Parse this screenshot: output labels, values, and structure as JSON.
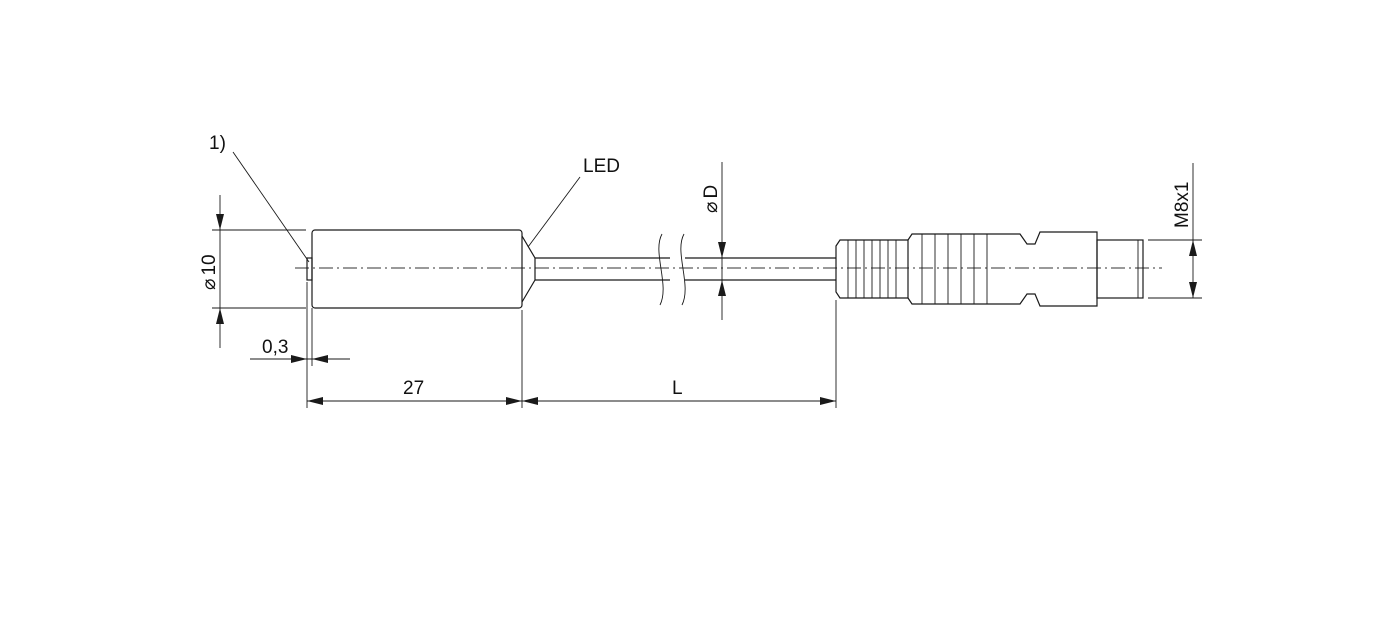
{
  "labels": {
    "note": "1)",
    "led": "LED",
    "dia_cable": "D",
    "dia_body": "10",
    "thread": "M8x1",
    "face_offset": "0,3",
    "body_length": "27",
    "cable_length": "L"
  },
  "symbols": {
    "diameter": "⌀"
  }
}
